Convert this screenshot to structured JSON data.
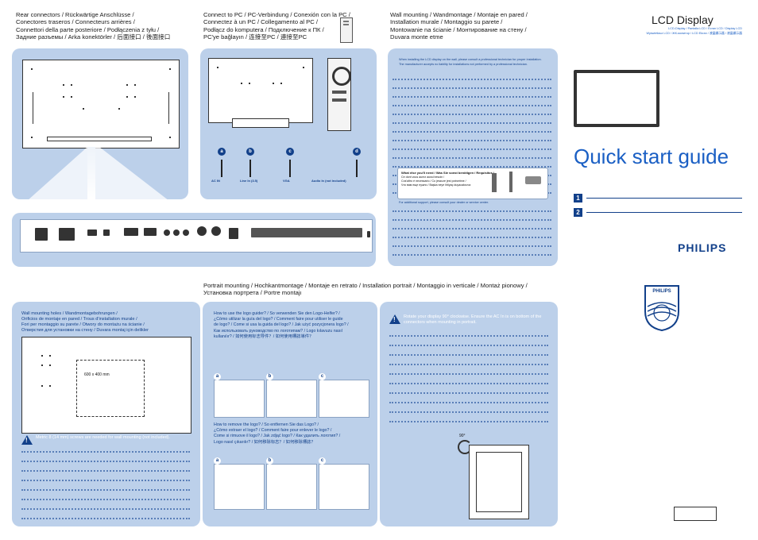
{
  "headers": {
    "rear_connectors": [
      "Rear connectors / Rückwärtige Anschlüsse /",
      "Conectores traseros / Connecteurs arrières /",
      "Connettori della parte posteriore / Podłączenia z tyłu /",
      "Задние разъемы / Arka konektörler / 后面接口 / 後面接口"
    ],
    "connect_pc": [
      "Connect to PC / PC-Verbindung / Conexión con la PC /",
      "Connectez à un PC / Collegamento al PC /",
      "Podłącz do komputera / Подключение к ПК /",
      "PC'ye bağlayın / 连接至PC / 連接至PC"
    ],
    "wall_mounting": [
      "Wall mounting / Wandmontage / Montaje en pared /",
      "Installation murale / Montaggio su parete /",
      "Montowanie na ścianie / Монтирование на стену /",
      "Duvara monte etme"
    ],
    "portrait_mounting": [
      "Portrait mounting / Hochkantmontage / Montaje en retrato / Installation portrait / Montaggio in verticale / Montaż pionowy /",
      "Установка портрета / Portre montajı"
    ]
  },
  "cover": {
    "product_title": "LCD Display",
    "languages_line1": "LCD-Display / Pantalla LCD / Écran LCD / Display LCD",
    "languages_line2": "Wyświetlacz LCD / ЖК-монитор / LCD Ekran / 液晶顯示器 / 液晶顯示器",
    "guide_title": "Quick start guide",
    "steps": [
      "1",
      "2"
    ],
    "brand": "PHILIPS",
    "shield_brand": "PHILIPS"
  },
  "connect_labels": {
    "circles": [
      "a",
      "b",
      "c",
      "d"
    ],
    "cables": [
      "AC IN",
      "Line In (3.5)",
      "VGA",
      "Audio In (not included)"
    ]
  },
  "wall_text": {
    "intro": "When installing the LCD display on the wall, please consult a professional technician for proper installation. The manufacturer accepts no liability for installations not performed by a professional technician.",
    "tools_title": "What else you'll need / Was Sie sonst benötigen / Requisitos /",
    "tools_lines": [
      "Ce dont vous aurez aussi besoin /",
      "Cos'altro è necessario / Co jeszcze jest potrzebne /",
      "Что вам еще нужно / Başka neye ihtiyaç duyacaksınız"
    ],
    "support": "For additional support, please consult your dealer or service center."
  },
  "wall_holes": {
    "title": [
      "Wall mounting holes / Wandmontagebohrungen /",
      "Orificios de montaje en pared / Trous d'installation murale /",
      "Fori per montaggio su parete / Otwory do montażu na ścianie /",
      "Отверстия для установки на стену / Duvara montaj için delikler"
    ],
    "size_label": "600 x 400 mm",
    "warning": "Metric 8 (14 mm) screws are needed for wall mounting (not included)."
  },
  "logo_guide": {
    "use_title": [
      "How to use the logo guider? / So verwenden Sie den Logo-Helfer? /",
      "¿Cómo utilizar la guía del logo? / Comment faire pour utiliser le guide",
      "de logo? / Come si usa la guida del logo? / Jak użyć pozycjonera logo? /",
      "Как использовать руководство по логотипам? / Logo kılavuzu nasıl",
      "kullanılır? / 如何使用标志导件？/ 如何使用標誌導件？"
    ],
    "remove_title": [
      "How to remove the logo? / So entfernen Sie das Logo? /",
      "¿Cómo extraer el logo? / Comment faire pour enlever le logo? /",
      "Come si rimuove il logo? / Jak zdjąć logo? / Как удалить логотип? /",
      "Logo nasıl çıkarılır? / 如何移除标志？/ 如何移除標誌？"
    ],
    "labels": [
      "a",
      "b",
      "c"
    ]
  },
  "portrait": {
    "warning": "Rotate your display 90° clockwise. Ensure the AC In is on bottom of the connectors when mounting in portrait.",
    "angle": "90°"
  }
}
